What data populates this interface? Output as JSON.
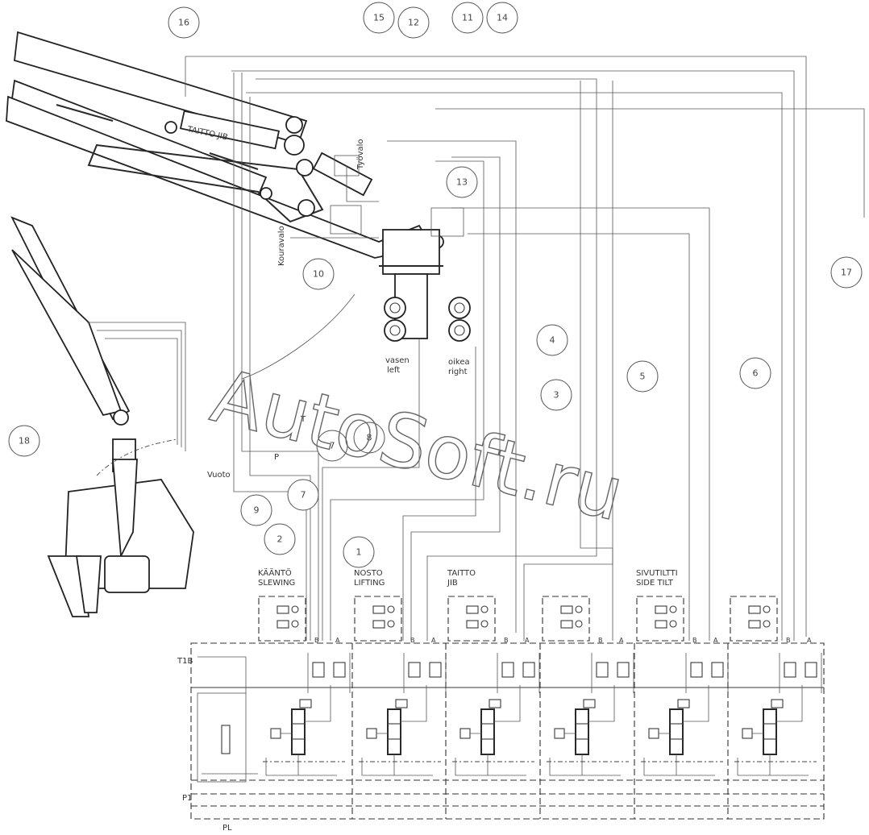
{
  "watermark": "AutoSoft.ru",
  "boom_labels": {
    "taitto_jib": "TAITTO JIB",
    "tyovalo": "Työvalo",
    "kouravalo": "Kouravalo",
    "vasen": "vasen",
    "left": "left",
    "oikea": "oikea",
    "right": "right",
    "vuoto": "Vuoto",
    "p": "P",
    "t": "T"
  },
  "sections": [
    {
      "fi": "KÄÄNTÖ",
      "en": "SLEWING"
    },
    {
      "fi": "NOSTO",
      "en": "LIFTING"
    },
    {
      "fi": "TAITTO",
      "en": "JIB"
    },
    {
      "fi": "",
      "en": ""
    },
    {
      "fi": "SIVUTILTTI",
      "en": "SIDE TILT"
    },
    {
      "fi": "",
      "en": ""
    }
  ],
  "port_labels": {
    "b": "B",
    "a": "A",
    "t1b": "T1B",
    "p1": "P1",
    "pl": "PL"
  },
  "callouts": [
    "16",
    "15",
    "12",
    "11",
    "14",
    "13",
    "10",
    "4",
    "3",
    "5",
    "6",
    "17",
    "18",
    "7",
    "8",
    "7",
    "9",
    "2",
    "1"
  ]
}
